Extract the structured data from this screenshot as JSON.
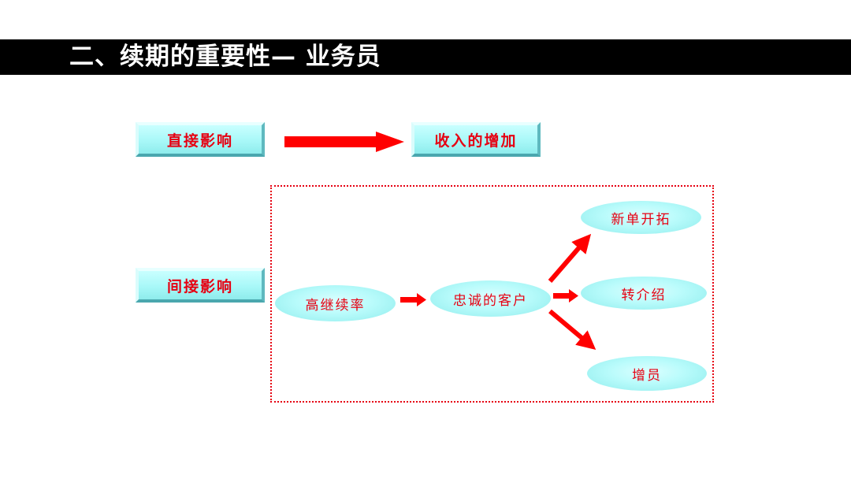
{
  "slide": {
    "title": "二、续期的重要性— 业务员"
  },
  "direct": {
    "label": "直接影响",
    "result": "收入的增加"
  },
  "indirect": {
    "label": "间接影响",
    "nodes": {
      "high_retention": "高继续率",
      "loyal_customers": "忠诚的客户",
      "new_business": "新单开拓",
      "referral": "转介绍",
      "recruiting": "增员"
    }
  },
  "colors": {
    "title_bar": "#000000",
    "title_text": "#ffffff",
    "box_fill": "#a8f8f8",
    "label_text": "#e60012",
    "arrow": "#ff0000",
    "frame": "#e60012"
  }
}
